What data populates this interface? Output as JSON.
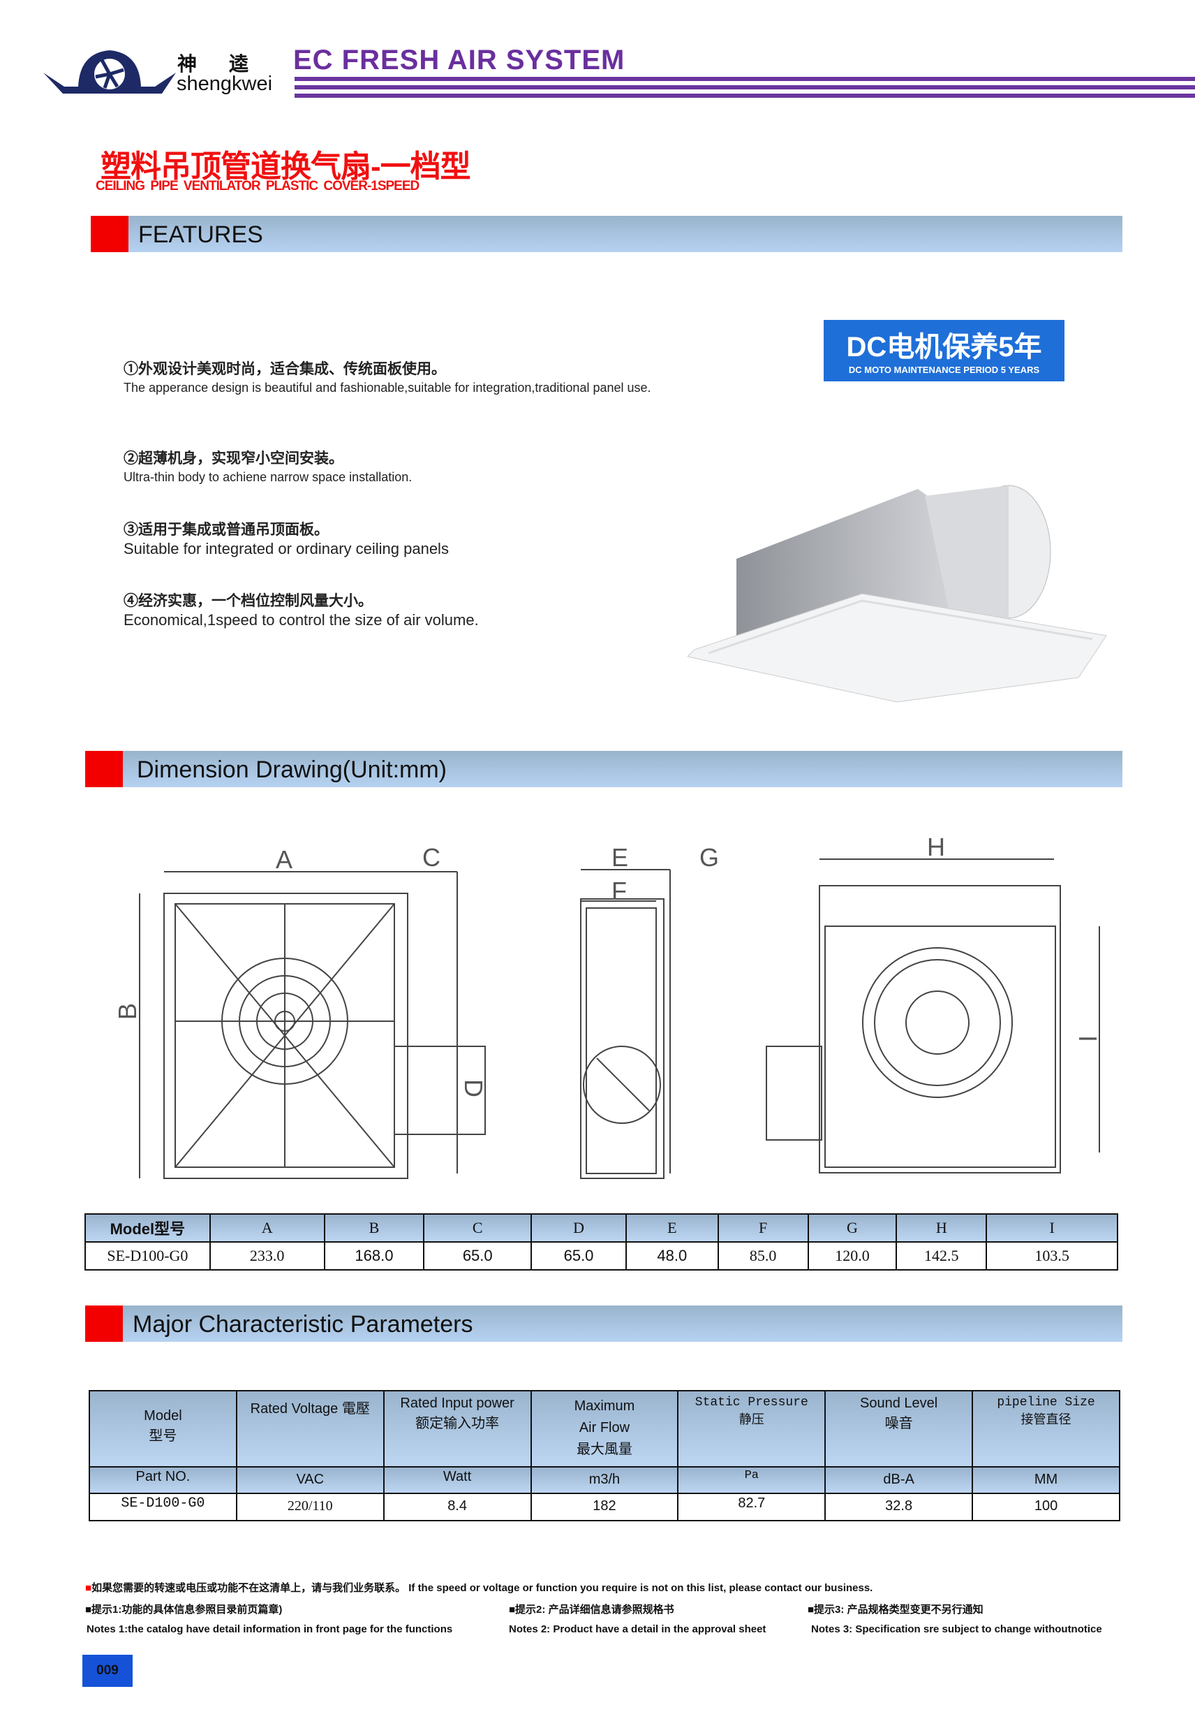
{
  "header": {
    "brand_cn": "神逵",
    "brand_en": "shengkwei",
    "system_title": "EC FRESH AIR SYSTEM"
  },
  "product": {
    "title_cn": "塑料吊顶管道换气扇-一档型",
    "title_en": "CEILING PIPE VENTILATOR   PLASTIC COVER-1SPEED"
  },
  "sections": {
    "features": "FEATURES",
    "dimension": "Dimension Drawing(Unit:mm)",
    "parameters": "Major Characteristic Parameters"
  },
  "features": [
    {
      "cn": "①外观设计美观时尚，适合集成、传统面板使用。",
      "en": "The apperance design is beautiful and fashionable,suitable for integration,traditional panel use."
    },
    {
      "cn": "②超薄机身，实现窄小空间安装。",
      "en": "Ultra-thin body to achiene narrow space installation."
    },
    {
      "cn": "③适用于集成或普通吊顶面板。",
      "en": "Suitable for integrated or ordinary ceiling panels"
    },
    {
      "cn": "④经济实惠，一个档位控制风量大小。",
      "en": "Economical,1speed to control the size of air volume."
    }
  ],
  "badge": {
    "title": "DC电机保养5年",
    "subtitle": "DC MOTO MAINTENANCE PERIOD 5 YEARS"
  },
  "drawing_labels": {
    "a": "A",
    "b": "B",
    "c": "C",
    "d": "D",
    "e": "E",
    "f": "F",
    "g": "G",
    "h": "H",
    "i": "I"
  },
  "dimension_table": {
    "headers": [
      "Model型号",
      "A",
      "B",
      "C",
      "D",
      "E",
      "F",
      "G",
      "H",
      "I"
    ],
    "row": [
      "SE-D100-G0",
      "233.0",
      "168.0",
      "65.0",
      "65.0",
      "48.0",
      "85.0",
      "120.0",
      "142.5",
      "103.5"
    ]
  },
  "param_table": {
    "headers": [
      "Model\n型号",
      "Rated  Voltage 電壓",
      "Rated Input power\n额定输入功率",
      "Maximum\nAir Flow\n最大風量",
      "Static  Pressure\n静压",
      "Sound     Level\n噪音",
      "pipeline Size\n接管直径"
    ],
    "units": [
      "Part NO.",
      "VAC",
      "Watt",
      "m3/h",
      "Pa",
      "dB-A",
      "MM"
    ],
    "row": [
      "SE-D100-G0",
      "220/110",
      "8.4",
      "182",
      "82.7",
      "32.8",
      "100"
    ]
  },
  "notes": {
    "contact": "如果您需要的转速或电压或功能不在这清单上，请与我们业务联系。 If the speed or voltage or function you require is not on this list, please contact our business.",
    "tip1_cn": "■提示1:功能的具体信息参照目录前页篇章)",
    "tip2_cn": "■提示2: 产品详细信息请参照规格书",
    "tip3_cn": "■提示3:  产品规格类型变更不另行通知",
    "note1": "Notes 1:the catalog have detail information in front page for the functions",
    "note2": "Notes 2: Product have a   detail in the approval sheet",
    "note3": "Notes 3:  Specification sre subject to change withoutnotice"
  },
  "page_number": "009",
  "colors": {
    "brand_purple": "#6a35a0",
    "accent_red": "#f20000",
    "badge_blue": "#1f6fd8",
    "page_blue": "#1552d8"
  }
}
